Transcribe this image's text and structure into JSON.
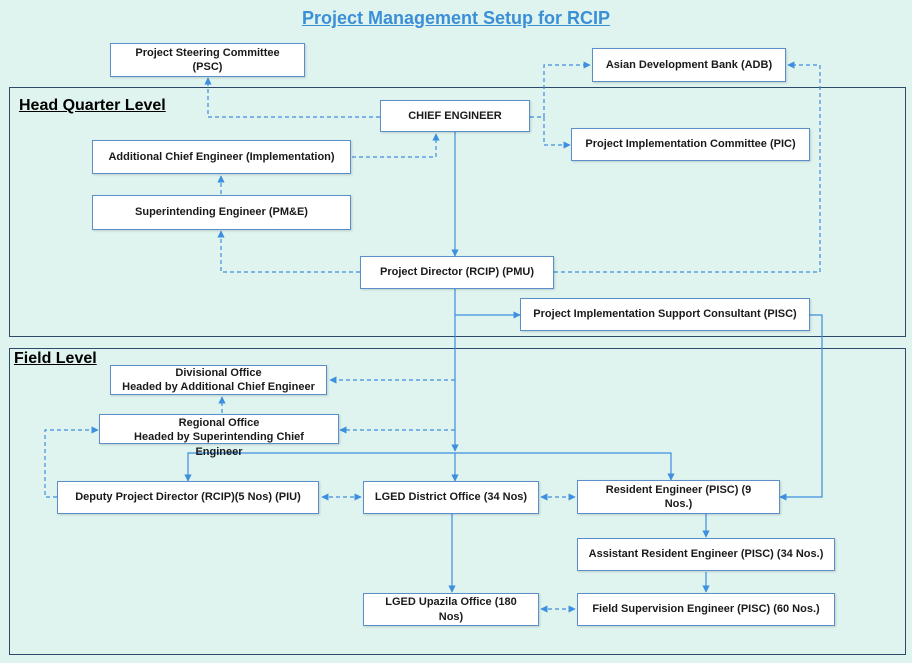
{
  "title": "Project Management Setup for RCIP",
  "sections": {
    "hq": "Head Quarter Level",
    "field": "Field Level"
  },
  "boxes": {
    "psc": "Project Steering Committee\n(PSC)",
    "adb": "Asian Development Bank (ADB)",
    "chief_engineer": "CHIEF ENGINEER",
    "pic": "Project Implementation Committee (PIC)",
    "ace": "Additional Chief Engineer (Implementation)",
    "se": "Superintending Engineer (PM&E)",
    "pd": "Project Director (RCIP) (PMU)",
    "pisc": "Project Implementation Support Consultant (PISC)",
    "divisional": "Divisional Office\nHeaded by Additional Chief Engineer",
    "regional": "Regional Office\nHeaded by Superintending Chief\nEngineer",
    "dpd": "Deputy Project Director (RCIP)(5 Nos) (PIU)",
    "district": "LGED District Office (34 Nos)",
    "resident": "Resident Engineer (PISC) (9\nNos.)",
    "assistant": "Assistant Resident Engineer (PISC) (34 Nos.)",
    "upazila": "LGED Upazila Office (180\nNos)",
    "field_sup": "Field Supervision Engineer (PISC) (60 Nos.)"
  },
  "colors": {
    "line": "#3d8fe0",
    "box_border": "#5b8fc9",
    "title": "#3a8fd6",
    "background": "#dff3ef"
  }
}
